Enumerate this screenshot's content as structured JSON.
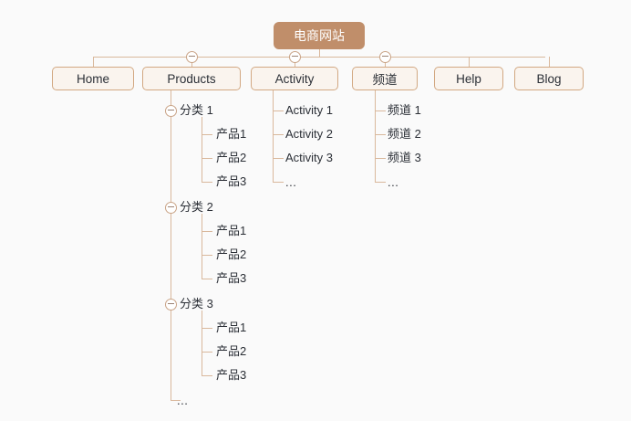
{
  "diagram": {
    "title": "电商网站",
    "type": "sitemap-tree",
    "colors": {
      "background": "#fafafa",
      "root_fill": "#c08e6a",
      "root_text": "#ffffff",
      "node_fill": "#faf4ee",
      "node_border": "#d2a882",
      "connector": "#d9b89c",
      "text": "#2b2f36",
      "toggle_fill": "#ffffff",
      "toggle_border": "#c9a386"
    },
    "root": {
      "label": "电商网站"
    },
    "level1": [
      {
        "label": "Home",
        "has_toggle": false,
        "expanded": false
      },
      {
        "label": "Products",
        "has_toggle": true,
        "expanded": true
      },
      {
        "label": "Activity",
        "has_toggle": true,
        "expanded": true
      },
      {
        "label": "频道",
        "has_toggle": true,
        "expanded": true
      },
      {
        "label": "Help",
        "has_toggle": false,
        "expanded": false
      },
      {
        "label": "Blog",
        "has_toggle": false,
        "expanded": false
      }
    ],
    "products_children": [
      {
        "label": "分类 1",
        "has_toggle": true,
        "items": [
          "产品1",
          "产品2",
          "产品3"
        ]
      },
      {
        "label": "分类 2",
        "has_toggle": true,
        "items": [
          "产品1",
          "产品2",
          "产品3"
        ]
      },
      {
        "label": "分类 3",
        "has_toggle": true,
        "items": [
          "产品1",
          "产品2",
          "产品3"
        ]
      }
    ],
    "products_more": "...",
    "activity_children": [
      "Activity 1",
      "Activity 2",
      "Activity 3",
      "..."
    ],
    "channel_children": [
      "频道 1",
      "频道 2",
      "频道 3",
      "..."
    ]
  }
}
